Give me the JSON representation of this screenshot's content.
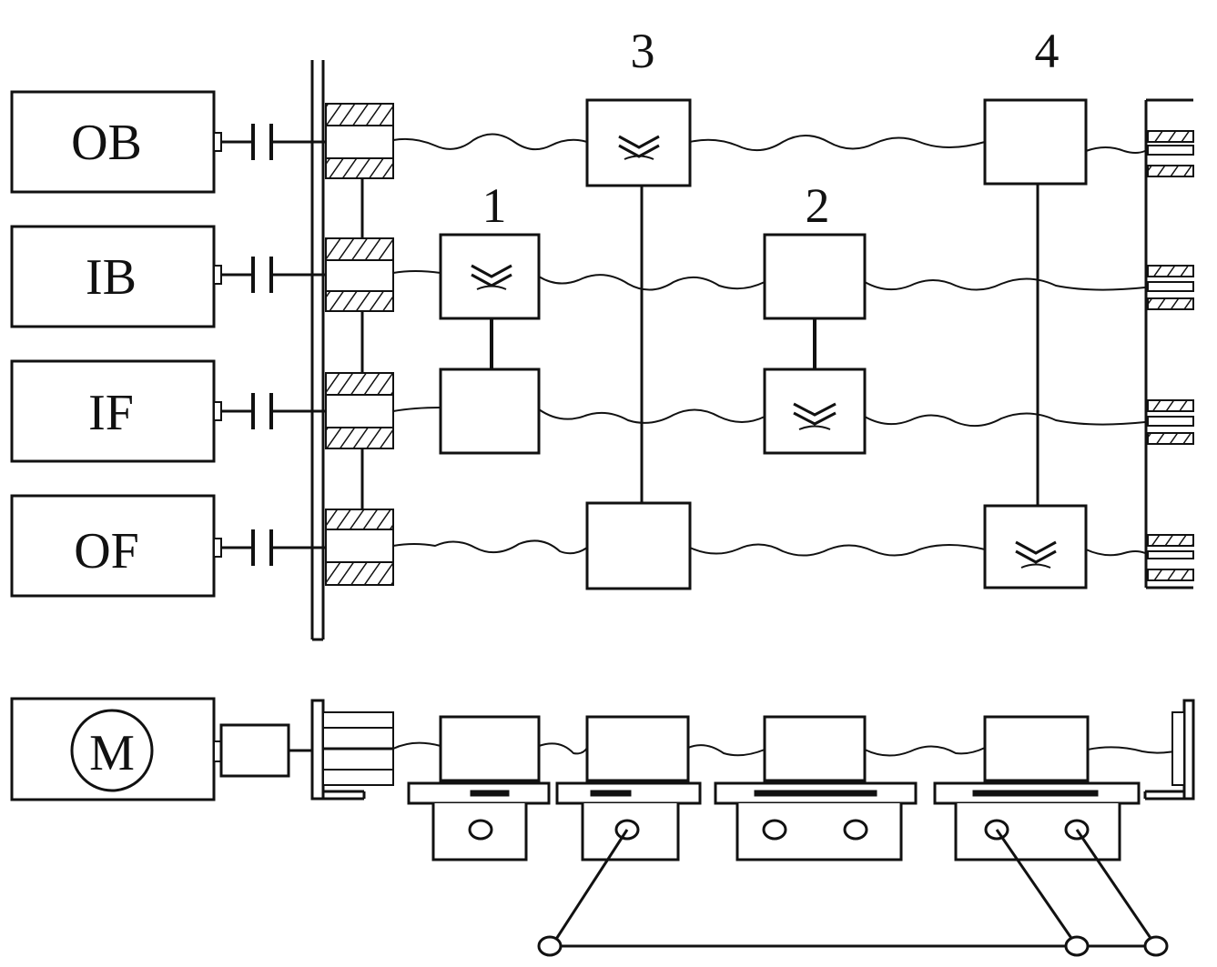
{
  "diagram": {
    "drives": [
      {
        "id": "ob",
        "label": "OB"
      },
      {
        "id": "ib",
        "label": "IB"
      },
      {
        "id": "if",
        "label": "IF"
      },
      {
        "id": "of",
        "label": "OF"
      }
    ],
    "motor_label": "M",
    "unit_numbers": [
      "1",
      "2",
      "3",
      "4"
    ],
    "line_color": "#111111",
    "background": "#ffffff"
  }
}
